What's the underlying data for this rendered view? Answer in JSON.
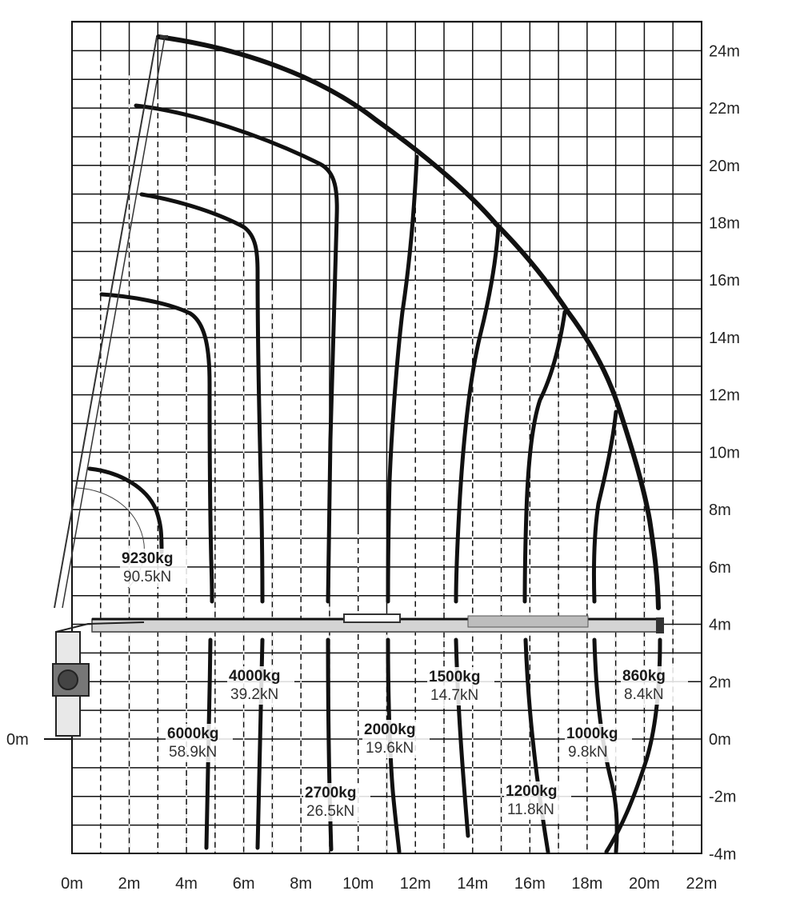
{
  "axes": {
    "x_ticks": [
      "0m",
      "2m",
      "4m",
      "6m",
      "8m",
      "10m",
      "12m",
      "14m",
      "16m",
      "18m",
      "20m",
      "22m"
    ],
    "y_ticks": [
      "-4m",
      "-2m",
      "0m",
      "2m",
      "4m",
      "6m",
      "8m",
      "10m",
      "12m",
      "14m",
      "16m",
      "18m",
      "20m",
      "22m",
      "24m"
    ],
    "y_left_label": "0m",
    "x_range": [
      0,
      22
    ],
    "y_range": [
      -4,
      25
    ],
    "grid": true
  },
  "capacities": [
    {
      "id": "9230",
      "kg": "9230kg",
      "kn": "90.5kN"
    },
    {
      "id": "6000",
      "kg": "6000kg",
      "kn": "58.9kN"
    },
    {
      "id": "4000",
      "kg": "4000kg",
      "kn": "39.2kN"
    },
    {
      "id": "2700",
      "kg": "2700kg",
      "kn": "26.5kN"
    },
    {
      "id": "2000",
      "kg": "2000kg",
      "kn": "19.6kN"
    },
    {
      "id": "1500",
      "kg": "1500kg",
      "kn": "14.7kN"
    },
    {
      "id": "1200",
      "kg": "1200kg",
      "kn": "11.8kN"
    },
    {
      "id": "1000",
      "kg": "1000kg",
      "kn": "9.8kN"
    },
    {
      "id": "860",
      "kg": "860kg",
      "kn": "8.4kN"
    }
  ],
  "colors": {
    "grid": "#111111",
    "curve": "#111111",
    "boom": "#333333",
    "boom_fill": "#cfcfcf"
  }
}
